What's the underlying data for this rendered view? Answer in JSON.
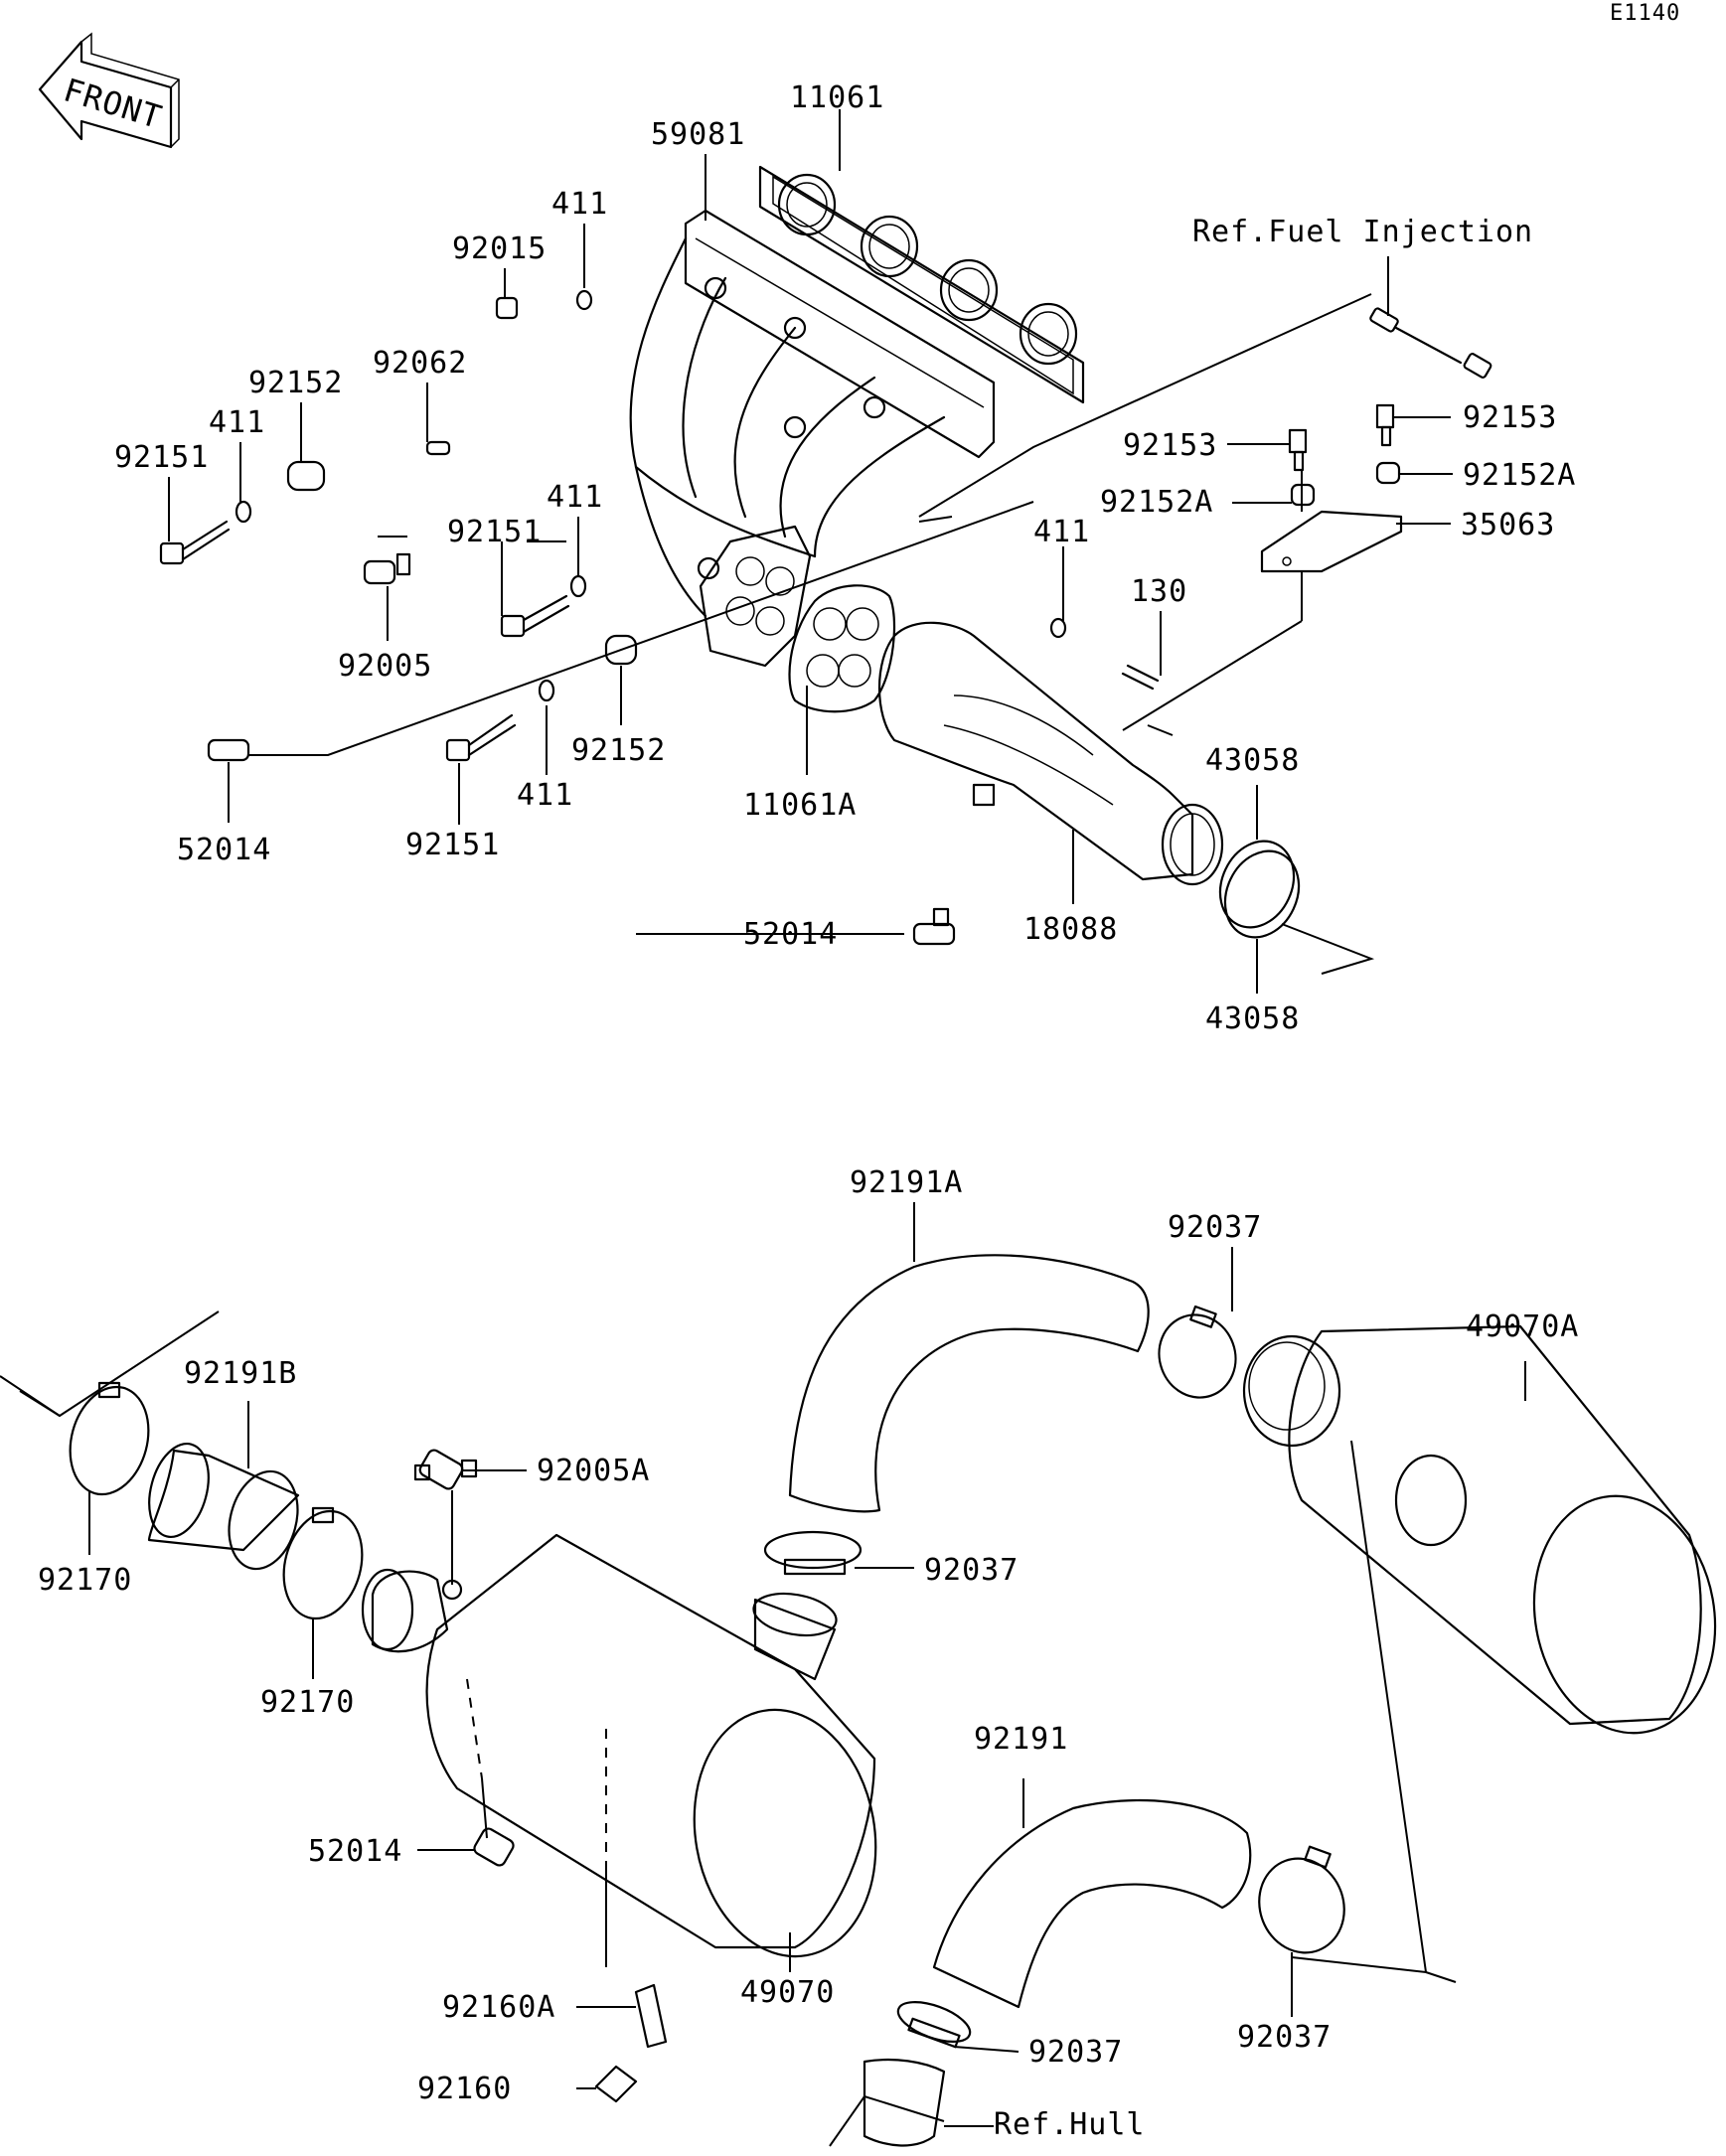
{
  "figure_code": "E1140",
  "front_label": "FRONT",
  "references": {
    "fuel_injection": "Ref.Fuel Injection",
    "hull": "Ref.Hull"
  },
  "callouts": {
    "c_11061": "11061",
    "c_59081": "59081",
    "c_411_a": "411",
    "c_92015": "92015",
    "c_92152_a": "92152",
    "c_92062": "92062",
    "c_411_b": "411",
    "c_92151_a": "92151",
    "c_411_c": "411",
    "c_92151_b": "92151",
    "c_92005": "92005",
    "c_92152_b": "92152",
    "c_411_d": "411",
    "c_92151_c": "92151",
    "c_52014_a": "52014",
    "c_11061A": "11061A",
    "c_52014_b": "52014",
    "c_18088": "18088",
    "c_43058_a": "43058",
    "c_43058_b": "43058",
    "c_411_e": "411",
    "c_130": "130",
    "c_92153_a": "92153",
    "c_92153_b": "92153",
    "c_92152A_a": "92152A",
    "c_92152A_b": "92152A",
    "c_35063": "35063",
    "c_92191A": "92191A",
    "c_92037_a": "92037",
    "c_49070A": "49070A",
    "c_92191B": "92191B",
    "c_92170_a": "92170",
    "c_92170_b": "92170",
    "c_92005A": "92005A",
    "c_92037_b": "92037",
    "c_52014_c": "52014",
    "c_49070": "49070",
    "c_92191": "92191",
    "c_92037_c": "92037",
    "c_92037_d": "92037",
    "c_92160A": "92160A",
    "c_92160": "92160"
  }
}
